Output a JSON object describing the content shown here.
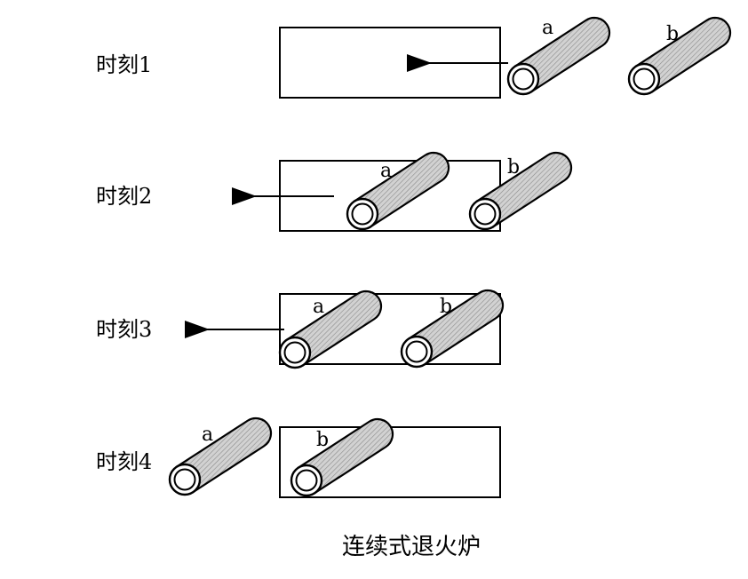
{
  "diagram": {
    "caption": "连续式退火炉",
    "stages": [
      {
        "label": "时刻1",
        "tube_a": "a",
        "tube_b": "b"
      },
      {
        "label": "时刻2",
        "tube_a": "a",
        "tube_b": "b"
      },
      {
        "label": "时刻3",
        "tube_a": "a",
        "tube_b": "b"
      },
      {
        "label": "时刻4",
        "tube_a": "a",
        "tube_b": "b"
      }
    ],
    "colors": {
      "line": "#000000",
      "tube_fill": "#c8c8c8",
      "background": "#ffffff"
    }
  }
}
